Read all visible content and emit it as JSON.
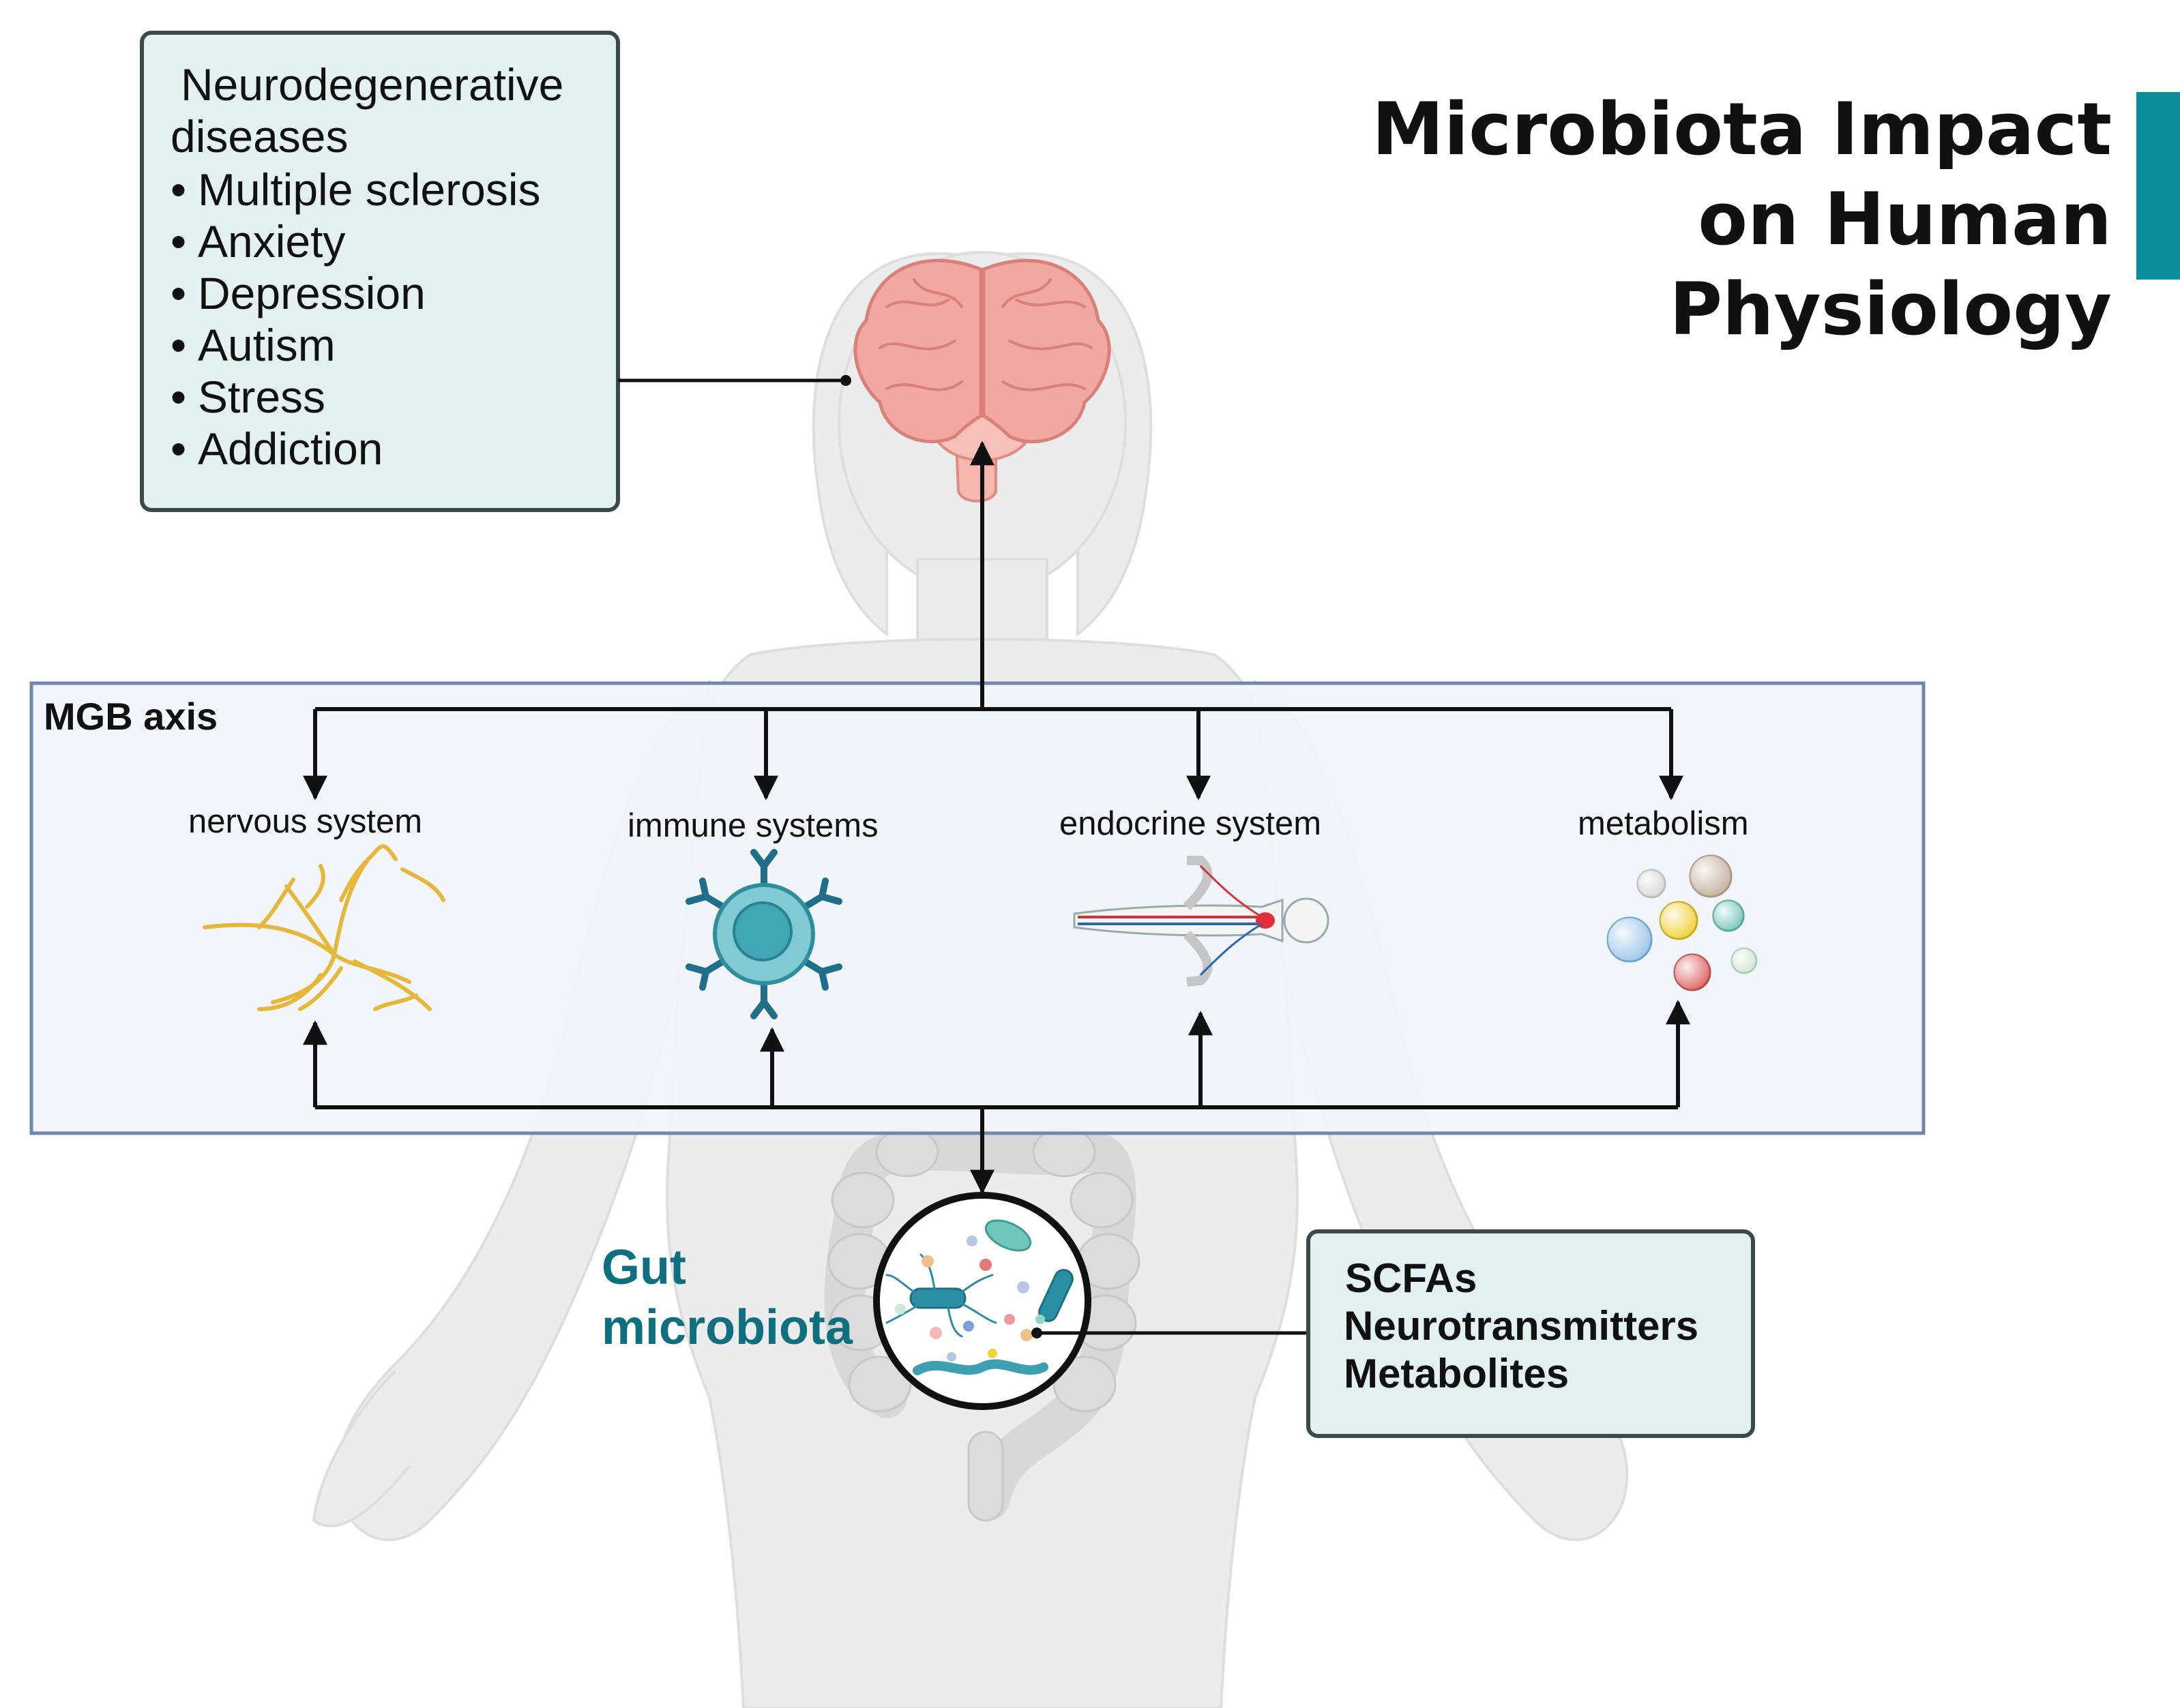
{
  "title": {
    "lines": [
      "Microbiota Impact",
      "on Human",
      "Physiology"
    ],
    "accent_color": "#0a8c9a"
  },
  "disease_box": {
    "heading": [
      "Neurodegenerative",
      "diseases"
    ],
    "items": [
      "Multiple sclerosis",
      "Anxiety",
      "Depression",
      "Autism",
      "Stress",
      "Addiction"
    ],
    "bullet": "•"
  },
  "axis_box": {
    "label": "MGB axis"
  },
  "systems": [
    {
      "label": "nervous system",
      "icon": "neuron-icon"
    },
    {
      "label": "immune systems",
      "icon": "immune-cell-icon"
    },
    {
      "label": "endocrine system",
      "icon": "circulatory-body-icon"
    },
    {
      "label": "metabolism",
      "icon": "metabolite-spheres-icon"
    }
  ],
  "gut": {
    "lines": [
      "Gut",
      "microbiota"
    ]
  },
  "outputs_box": {
    "items": [
      "SCFAs",
      "Neurotransmitters",
      "Metabolites"
    ]
  },
  "colors": {
    "box_fill": "#e3f2f0",
    "box_border": "#3a4a4a",
    "axis_fill": "#f1f5fa",
    "axis_border": "#6f87ad",
    "silhouette": "#ececec",
    "brain": "#f2a8a2",
    "neuron": "#e5b83a",
    "immune": "#3fa6b5",
    "gut_text": "#0e6f7e"
  }
}
